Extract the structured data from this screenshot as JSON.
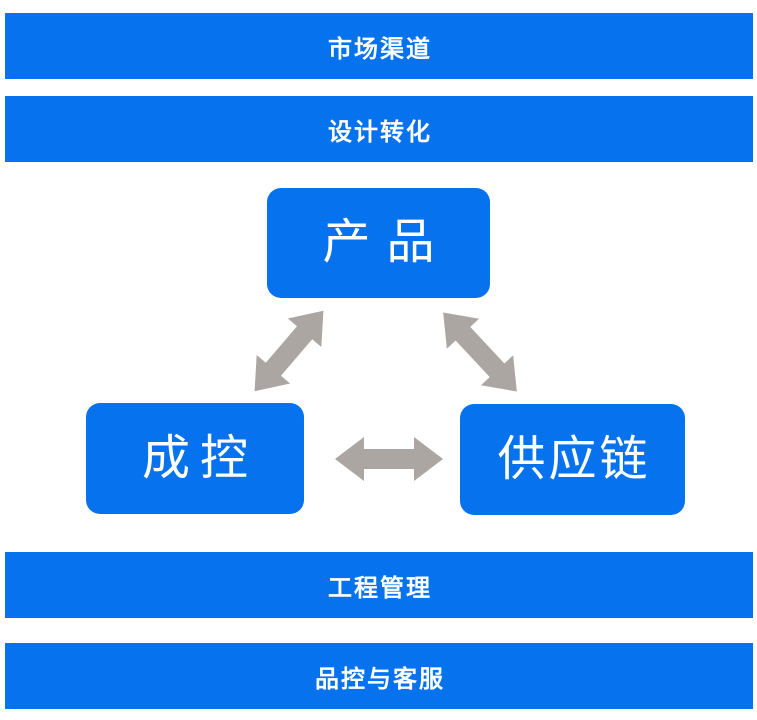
{
  "diagram": {
    "title": "product-supply-cost process diagram",
    "banners": [
      {
        "label": "市场渠道"
      },
      {
        "label": "设计转化"
      },
      {
        "label": "工程管理"
      },
      {
        "label": "品控与客服"
      }
    ],
    "nodes": {
      "product": {
        "label": "产品"
      },
      "cost": {
        "label": "成控"
      },
      "supply": {
        "label": "供应链"
      }
    },
    "arrows": [
      {
        "name": "product-cost",
        "type": "double-headed"
      },
      {
        "name": "product-supply",
        "type": "double-headed"
      },
      {
        "name": "cost-supply",
        "type": "double-headed"
      }
    ],
    "colors": {
      "primary_blue": "#0672ee",
      "arrow_gray": "#aba6a2",
      "text": "#ffffff",
      "background": "#ffffff"
    }
  }
}
